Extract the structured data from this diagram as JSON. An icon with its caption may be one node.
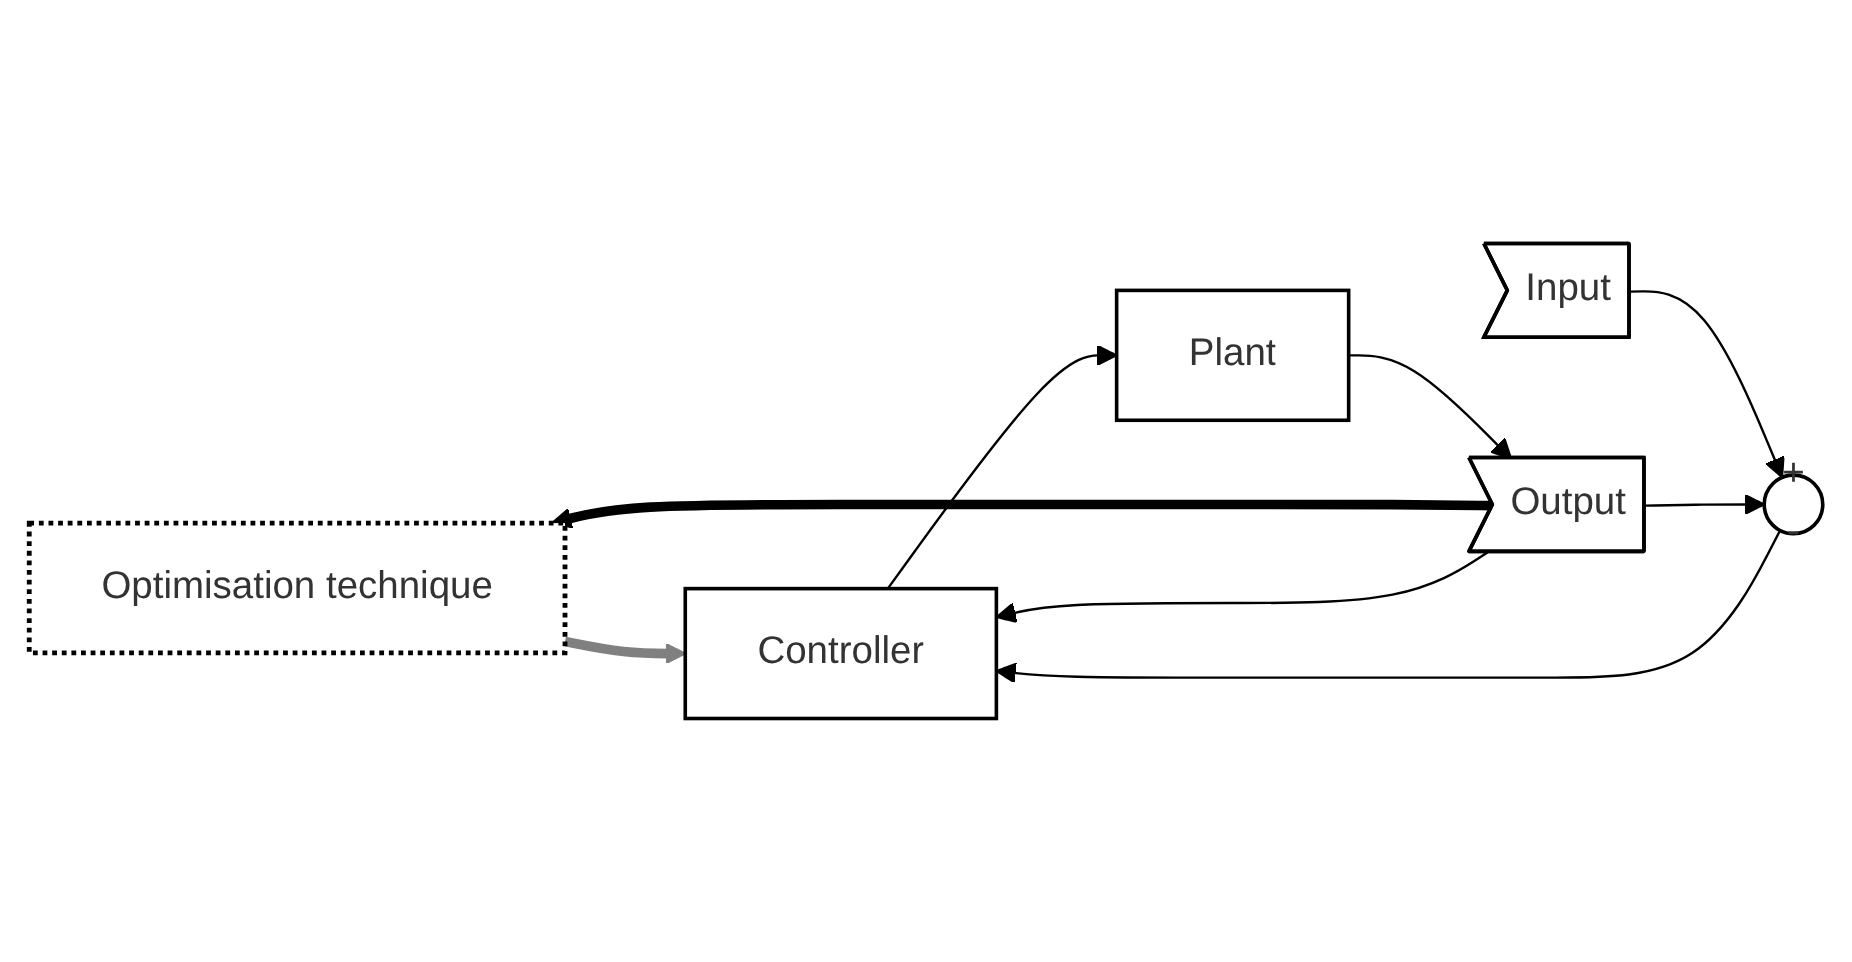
{
  "diagram": {
    "nodes": [
      {
        "text": [
          "Optimisation technique"
        ]
      },
      {
        "text": [
          "Input"
        ]
      },
      {
        "text": [
          "+",
          "-"
        ]
      },
      {
        "text": [
          "Controller"
        ]
      },
      {
        "text": [
          "Plant"
        ]
      },
      {
        "text": [
          "Output"
        ]
      }
    ],
    "edges": [
      {
        "from": 1,
        "to": 2,
        "arrow": "to"
      },
      {
        "from": 2,
        "to": 3,
        "arrow": "to"
      },
      {
        "from": 3,
        "to": 4,
        "arrow": "to"
      },
      {
        "from": 4,
        "to": 5,
        "arrow": "to"
      },
      {
        "from": 5,
        "to": 0,
        "arrow": "to",
        "style": "thick"
      },
      {
        "from": 0,
        "to": 3,
        "arrow": "to",
        "style": "thick",
        "color": "#808080"
      },
      {
        "from": 5,
        "to": 2,
        "arrow": "to"
      },
      {
        "from": 5,
        "to": 3,
        "arrow": "to"
      }
    ]
  }
}
